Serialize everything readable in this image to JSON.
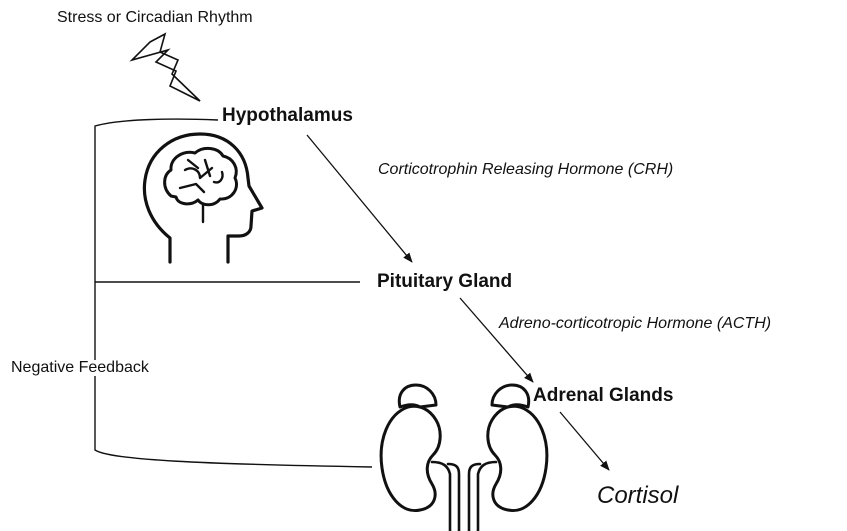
{
  "trigger": {
    "text": "Stress or Circadian Rhythm",
    "icon": "lightning-bolt-icon"
  },
  "nodes": {
    "hypothalamus": "Hypothalamus",
    "pituitary": "Pituitary Gland",
    "adrenal": "Adrenal Glands",
    "cortisol": "Cortisol"
  },
  "hormones": {
    "crh": "Corticotrophin Releasing Hormone (CRH)",
    "acth": "Adreno-corticotropic Hormone (ACTH)"
  },
  "feedback": {
    "label": "Negative Feedback"
  },
  "icons": {
    "head": "brain-head-icon",
    "kidneys": "kidneys-icon"
  },
  "colors": {
    "line": "#111111",
    "background": "#ffffff"
  }
}
